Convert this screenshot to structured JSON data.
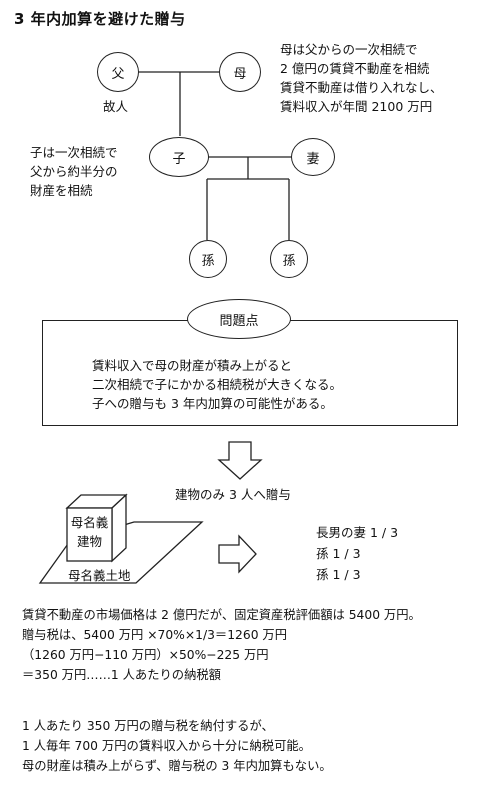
{
  "title": "3 年内加算を避けた贈与",
  "family": {
    "father": "父",
    "father_caption": "故人",
    "mother": "母",
    "child": "子",
    "spouse": "妻",
    "grandchild_1": "孫",
    "grandchild_2": "孫"
  },
  "mother_note": [
    "母は父からの一次相続で",
    "2 億円の賃貸不動産を相続",
    "賃貸不動産は借り入れなし、",
    "賃料収入が年間 2100 万円"
  ],
  "child_note": [
    "子は一次相続で",
    "父から約半分の",
    "財産を相続"
  ],
  "problem": {
    "label": "問題点",
    "lines": [
      "賃料収入で母の財産が積み上がると",
      "二次相続で子にかかる相続税が大きくなる。",
      "子への贈与も 3 年内加算の可能性がある。"
    ]
  },
  "gift_caption": "建物のみ 3 人へ贈与",
  "property": {
    "building_label_1": "母名義",
    "building_label_2": "建物",
    "land_label": "母名義土地"
  },
  "recipients": [
    "長男の妻 1 / 3",
    "孫 1 / 3",
    "孫 1 / 3"
  ],
  "calculation": [
    "賃貸不動産の市場価格は 2 億円だが、固定資産税評価額は 5400 万円。",
    "贈与税は、5400 万円 ×70%×1/3＝1260 万円",
    "（1260 万円−110 万円）×50%−225 万円",
    "＝350 万円……1 人あたりの納税額"
  ],
  "conclusion": [
    "1 人あたり 350 万円の贈与税を納付するが、",
    "1 人毎年 700 万円の賃料収入から十分に納税可能。",
    "母の財産は積み上がらず、贈与税の 3 年内加算もない。"
  ]
}
